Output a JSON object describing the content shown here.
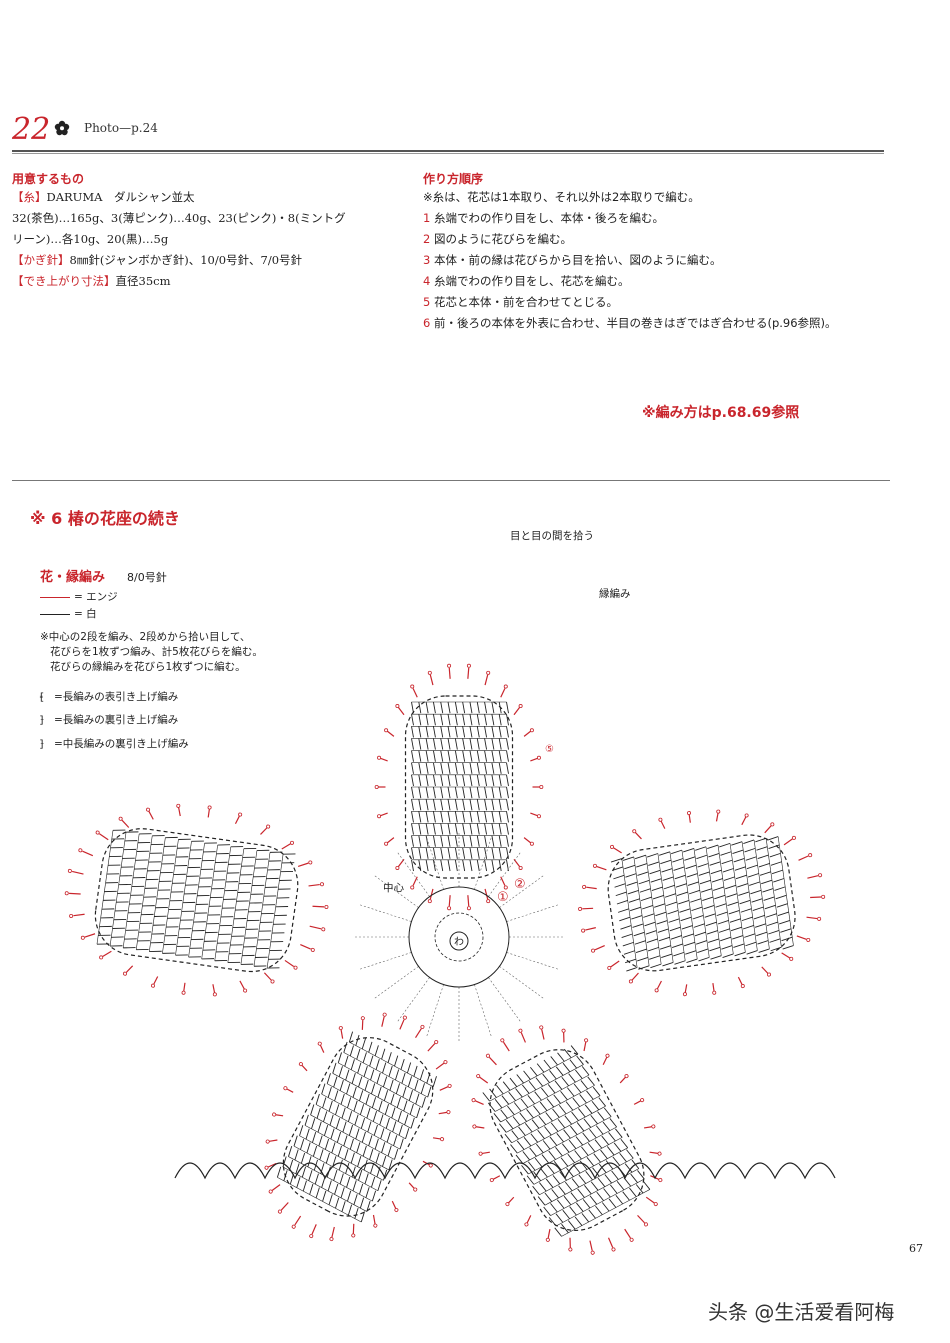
{
  "header": {
    "page_number": "22",
    "photo_ref": "Photo—p.24"
  },
  "materials": {
    "title": "用意するもの",
    "yarn_label": "【糸】",
    "yarn_text": "DARUMA　ダルシャン並太",
    "colors_line1": "32(茶色)…165g、3(薄ピンク)…40g、23(ピンク)・8(ミントグ",
    "colors_line2": "リーン)…各10g、20(黒)…5g",
    "hook_label": "【かぎ針】",
    "hook_text": "8㎜針(ジャンボかぎ針)、10/0号針、7/0号針",
    "size_label": "【でき上がり寸法】",
    "size_text": "直径35cm"
  },
  "procedure": {
    "title": "作り方順序",
    "intro": "※糸は、花芯は1本取り、それ以外は2本取りで編む。",
    "steps": [
      {
        "num": "1",
        "text": "糸端でわの作り目をし、本体・後ろを編む。"
      },
      {
        "num": "2",
        "text": "図のように花びらを編む。"
      },
      {
        "num": "3",
        "text": "本体・前の縁は花びらから目を拾い、図のように編む。"
      },
      {
        "num": "4",
        "text": "糸端でわの作り目をし、花芯を編む。"
      },
      {
        "num": "5",
        "text": "花芯と本体・前を合わせてとじる。"
      },
      {
        "num": "6",
        "text": "前・後ろの本体を外表に合わせ、半目の巻きはぎではぎ合わせる(p.96参照)。"
      }
    ],
    "reference": "※編み方はp.68.69参照"
  },
  "continuation_title": "※ 6 椿の花座の続き",
  "legend": {
    "title": "花・縁編み",
    "needle": "8/0号針",
    "red_line_label": "= エンジ",
    "black_line_label": "= 白",
    "note_lines": [
      "※中心の2段を編み、2段めから拾い目して、",
      "花びらを1枚ずつ編み、計5枚花びらを編む。",
      "花びらの縁編みを花びら1枚ずつに編む。"
    ],
    "symbols": [
      {
        "glyph": "⹗",
        "text": "=長編みの表引き上げ編み"
      },
      {
        "glyph": "⹖",
        "text": "=長編みの裏引き上げ編み"
      },
      {
        "glyph": "⹖",
        "text": "=中長編みの裏引き上げ編み"
      }
    ]
  },
  "diagram_labels": {
    "pickup": "目と目の間を拾う",
    "edging": "縁編み",
    "center": "中心",
    "ring": "わ",
    "mark1": "①",
    "mark2": "②",
    "mark5": "⑤"
  },
  "colors": {
    "accent_red": "#c9252c",
    "ink": "#222222"
  },
  "page_footer": "67",
  "watermark": "头条 @生活爱看阿梅"
}
